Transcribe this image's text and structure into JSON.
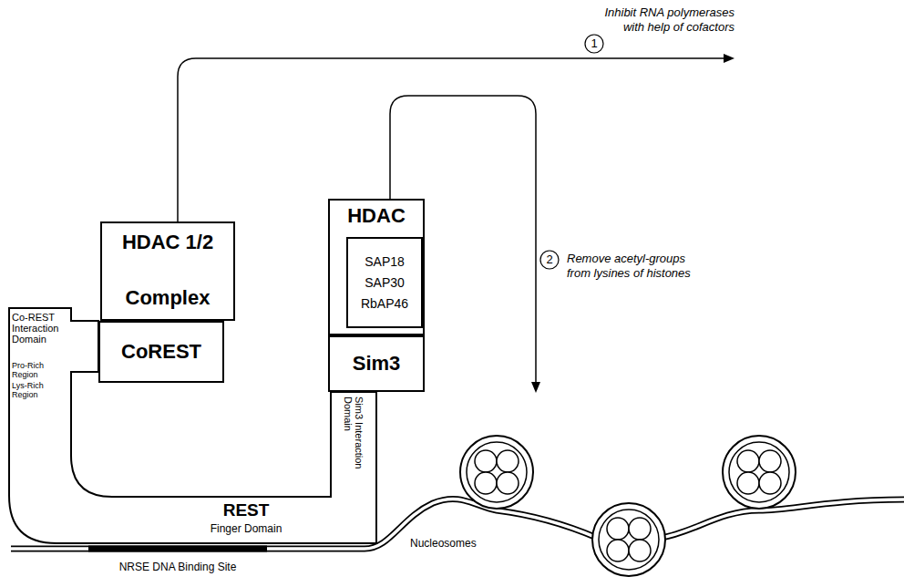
{
  "diagram": {
    "nodes": [
      {
        "text": [
          "Co-REST Interaction Domain",
          "Pro-Rich Region",
          "Lys-Rich Region",
          "REST",
          "Finger Domain",
          "Sim3 Interaction Domain"
        ]
      },
      {
        "text": [
          "HDAC 1/2",
          "Complex"
        ]
      },
      {
        "text": [
          "CoREST"
        ]
      },
      {
        "text": [
          "HDAC"
        ]
      },
      {
        "text": [
          "SAP18",
          "SAP30",
          "RbAP46"
        ],
        "in": 3
      },
      {
        "text": [
          "Sim3"
        ]
      }
    ],
    "labels": [
      "Inhibit RNA polymerases with help of cofactors",
      "1",
      "2",
      "Remove acetyl-groups from lysines of histones",
      "NRSE DNA Binding Site",
      "Nucleosomes"
    ]
  }
}
